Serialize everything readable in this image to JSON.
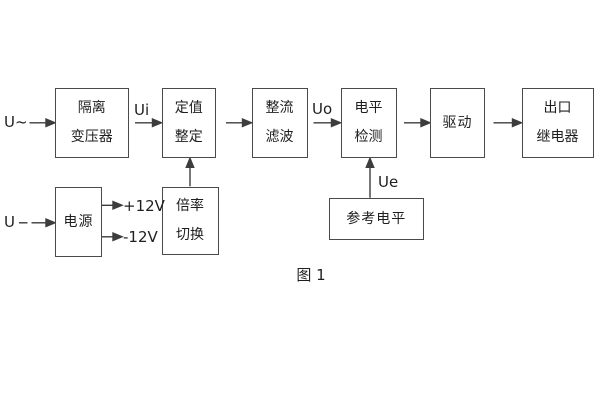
{
  "figure": {
    "caption": "图 1",
    "background_color": "#ffffff",
    "line_color": "#3d3d3d",
    "border_color": "#4a4a4a",
    "text_color": "#1f1f1f"
  },
  "blocks": {
    "isolation_transformer": {
      "line1": "隔离",
      "line2": "变压器"
    },
    "setting_adjust": {
      "line1": "定值",
      "line2": "整定"
    },
    "rectifier_filter": {
      "line1": "整流",
      "line2": "滤波"
    },
    "level_detection": {
      "line1": "电平",
      "line2": "检测"
    },
    "driver": {
      "label": "驱动"
    },
    "output_relay": {
      "line1": "出口",
      "line2": "继电器"
    },
    "power_supply": {
      "label": "电源"
    },
    "ratio_switch": {
      "line1": "倍率",
      "line2": "切换"
    },
    "reference_level": {
      "label": "参考电平"
    }
  },
  "signals": {
    "u_ac": "U~",
    "u_dc": "U",
    "ui": "Ui",
    "uo": "Uo",
    "ue": "Ue",
    "plus_12v": "+12V",
    "minus_12v": "-12V"
  }
}
